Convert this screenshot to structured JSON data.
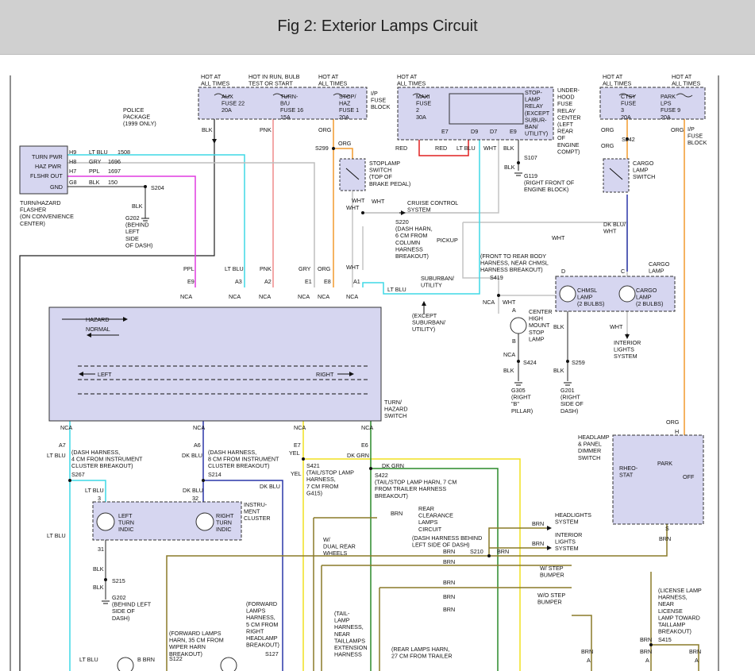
{
  "header": {
    "title": "Fig 2: Exterior Lamps Circuit"
  },
  "colors": {
    "header_bg": "#d0d0d0",
    "box_fill": "#d6d6f0",
    "wire_lt_blu": "#3fd9e6",
    "wire_ppl": "#e03ce0",
    "wire_pnk": "#ef8c8c",
    "wire_orange": "#f29a2e",
    "wire_red": "#e02020",
    "wire_wht": "#c4c4c4",
    "wire_dk_blu": "#2a36a8",
    "wire_yel": "#f0e020",
    "wire_grn": "#2a8a2a",
    "wire_brn": "#8a7a28",
    "wire_blk": "#202020"
  },
  "diagram": {
    "notes": {
      "hot_at_all_times_1": "HOT AT\nALL TIMES",
      "hot_in_run": "HOT IN RUN, BULB\nTEST OR START",
      "hot_at_all_times_2": "HOT AT\nALL TIMES",
      "hot_at_all_times_3": "HOT AT\nALL TIMES",
      "hot_at_all_times_4": "HOT AT\nALL TIMES",
      "hot_at_all_times_5": "HOT AT\nALL TIMES",
      "police_package": "POLICE\nPACKAGE\n(1999 ONLY)",
      "ip_fuse_block_1": "I/P\nFUSE\nBLOCK",
      "ip_fuse_block_2": "I/P\nFUSE\nBLOCK",
      "underhood": "UNDER-\nHOOD\nFUSE\nRELAY\nCENTER\n(LEFT\nREAR\nOF\nENGINE\nCOMPT)",
      "turn_hazard_flasher": "TURN/HAZARD\nFLASHER\n(ON CONVENIENCE\nCENTER)",
      "g202_top": "G202\n(BEHIND\nLEFT\nSIDE\nOF DASH)",
      "g119": "G119\n(RIGHT FRONT OF\nENGINE BLOCK)",
      "cruise": "CRUISE CONTROL\nSYSTEM",
      "s220": "S220\n(DASH HARN,\n6 CM FROM\nCOLUMN\nHARNESS\nBREAKOUT)",
      "pickup": "PICKUP",
      "front_to_rear": "(FRONT TO REAR BODY\nHARNESS, NEAR CHMSL\nHARNESS BREAKOUT)",
      "suburban": "SUBURBAN/\nUTILITY",
      "except_suburban": "(EXCEPT\nSUBURBAN/\nUTILITY)",
      "interior_lights": "INTERIOR\nLIGHTS\nSYSTEM",
      "cargo_lamp": "CARGO\nLAMP",
      "g305": "G305\n(RIGHT\n\"B\"\nPILLAR)",
      "g201": "G201\n(RIGHT\nSIDE OF\nDASH)",
      "turn_hazard_switch": "TURN/\nHAZARD\nSWITCH",
      "headlamp_switch": "HEADLAMP\n& PANEL\nDIMMER\nSWITCH",
      "rheostat": "RHEO-\nSTAT",
      "park": "PARK",
      "off": "OFF",
      "dash_4cm": "(DASH HARNESS,\n4 CM FROM INSTRUMENT\nCLUSTER BREAKOUT)",
      "dash_8cm": "(DASH HARNESS,\n8 CM FROM INSTRUMENT\nCLUSTER BREAKOUT)",
      "s421": "S421\n(TAIL/STOP LAMP\nHARNESS,\n7 CM FROM\nG415)",
      "s422": "S422\n(TAIL/STOP LAMP HARN, 7 CM\nFROM TRAILER HARNESS\nBREAKOUT)",
      "instrument_cluster": "INSTRU-\nMENT\nCLUSTER",
      "g202_bottom": "G202\n(BEHIND LEFT\nSIDE OF\nDASH)",
      "rear_clearance": "REAR\nCLEARANCE\nLAMPS\nCIRCUIT",
      "dash_behind": "(DASH HARNESS BEHIND\nLEFT SIDE OF DASH)",
      "dual_rear": "W/\nDUAL REAR\nWHEELS",
      "headlights_system": "HEADLIGHTS\nSYSTEM",
      "interior_lights_2": "INTERIOR\nLIGHTS\nSYSTEM",
      "step_bumper": "W/ STEP\nBUMPER",
      "no_step_bumper": "W/O STEP\nBUMPER",
      "license_lamp": "(LICENSE LAMP\nHARNESS,\nNEAR\nLICENSE\nLAMP TOWARD\nTAILLAMP\nBREAKOUT)",
      "forward_lamps": "(FORWARD LAMPS\nHARN, 35 CM FROM\nWIPER HARN\nBREAKOUT)",
      "forward_lamps_5cm": "(FORWARD\nLAMPS\nHARNESS,\n5 CM FROM\nRIGHT\nHEADLAMP\nBREAKOUT)",
      "taillamp_harness": "(TAIL-\nLAMP\nHARNESS,\nNEAR\nTAILLAMPS\nEXTENSION\nHARNESS",
      "rear_lamps_harn": "(REAR LAMPS HARN,\n27 CM FROM TRAILER"
    },
    "fuses": {
      "aux": "AUX\nFUSE 22\n20A",
      "turn_bu": "TURN-\nB/U\nFUSE 16\n15A",
      "stop_haz": "STOP/\nHAZ\nFUSE 1\n20A",
      "maxi": "MAXI\nFUSE\n2\n30A",
      "stoplamp_relay": "STOP-\nLAMP\nRELAY\n(EXCEPT\nSUBUR-\nBAN/\nUTILITY)",
      "ctsy": "CTSY\nFUSE\n3\n20A",
      "park_lps": "PARK\nLPS\nFUSE 9\n20A"
    },
    "components": {
      "flasher_pins": [
        "TURN PWR",
        "HAZ PWR",
        "FLSHR OUT",
        "GND"
      ],
      "stoplamp_switch": "STOPLAMP\nSWITCH\n(TOP OF\nBRAKE PEDAL)",
      "cargo_lamp_switch": "CARGO\nLAMP\nSWITCH",
      "chmsl_lamp": "CHMSL\nLAMP\n(2 BULBS)",
      "cargo_lamp_bulbs": "CARGO\nLAMP\n(2 BULBS)",
      "center_high_mount": "CENTER\nHIGH\nMOUNT\nSTOP\nLAMP",
      "hazard": "HAZARD",
      "normal": "NORMAL",
      "left": "LEFT",
      "right": "RIGHT",
      "left_turn_indic": "LEFT\nTURN\nINDIC",
      "right_turn_indic": "RIGHT\nTURN\nINDIC"
    },
    "wire_labels": {
      "flasher_rows": [
        {
          "pin": "H9",
          "color": "LT BLU",
          "circuit": "1508"
        },
        {
          "pin": "H8",
          "color": "GRY",
          "circuit": "1696"
        },
        {
          "pin": "H7",
          "color": "PPL",
          "circuit": "1697"
        },
        {
          "pin": "G8",
          "color": "BLK",
          "circuit": "150"
        }
      ],
      "blk_aux": "BLK",
      "pnk": "PNK",
      "org_stop": "ORG",
      "s299": "S299",
      "org_s299": "ORG",
      "red_1": "RED",
      "red_2": "RED",
      "lt_blu_relay": "LT BLU",
      "wht_relay": "WHT",
      "blk_relay": "BLK",
      "pins_relay": [
        "E7",
        "D9",
        "D7",
        "E9"
      ],
      "s107": "S107",
      "blk_s107": "BLK",
      "s204": "S204",
      "blk_s204": "BLK",
      "wht_a": "WHT",
      "wht_b": "WHT",
      "wht_cruise": "WHT",
      "wht_vert": "WHT",
      "wht_right": "WHT",
      "ppl": "PPL",
      "lt_blu_a3": "LT BLU",
      "pnk_a2": "PNK",
      "gry": "GRY",
      "org_e8": "ORG",
      "wht_a1": "WHT",
      "pins_top": [
        "E9",
        "A3",
        "A2",
        "E1",
        "E8",
        "A1"
      ],
      "nca": "NCA",
      "lt_blu_sub": "LT BLU",
      "s419": "S419",
      "wht_s419": "WHT",
      "nca_s419": "NCA",
      "blk_s424": "BLK",
      "nca_s424": "NCA",
      "s424": "S424",
      "blk_g305": "BLK",
      "org_ctsy": "ORG",
      "s242": "S242",
      "org_s242": "ORG",
      "org_park": "ORG",
      "dk_blu_wht": "DK BLU/\nWHT",
      "blk_cargo": "BLK",
      "wht_interior": "WHT",
      "blk_g201": "BLK",
      "s259": "S259",
      "pins_bottom": [
        "A7",
        "A6",
        "E7",
        "E6"
      ],
      "lt_blu_a7": "LT BLU",
      "dk_blu_a6": "DK BLU",
      "yel_e7": "YEL",
      "dk_grn_e6": "DK GRN",
      "s267": "S267",
      "s214": "S214",
      "lt_blu_s267": "LT BLU",
      "dk_blu_s214": "DK BLU",
      "dk_blu_right": "DK BLU",
      "yel_vert": "YEL",
      "dk_grn_s422": "DK GRN",
      "pin_3": "3",
      "pin_32": "32",
      "pin_31": "31",
      "lt_blu_left": "LT BLU",
      "blk_31": "BLK",
      "s215": "S215",
      "blk_s215": "BLK",
      "org_h": "ORG",
      "pin_h": "H",
      "pin_s": "S",
      "brn_s": "BRN",
      "brn_labels": [
        "BRN",
        "BRN",
        "BRN",
        "BRN",
        "BRN",
        "BRN",
        "BRN",
        "BRN",
        "BRN"
      ],
      "s210": "S210",
      "s415": "S415",
      "s122": "S122",
      "s127": "S127",
      "b_brn": "B  BRN",
      "lt_blu_bottom": "LT BLU",
      "pin_a_labels": [
        "A",
        "A",
        "A"
      ],
      "brn_415": "BRN",
      "pin_c": "C",
      "pin_d": "D",
      "pin_a": "A",
      "pin_b": "B"
    }
  }
}
